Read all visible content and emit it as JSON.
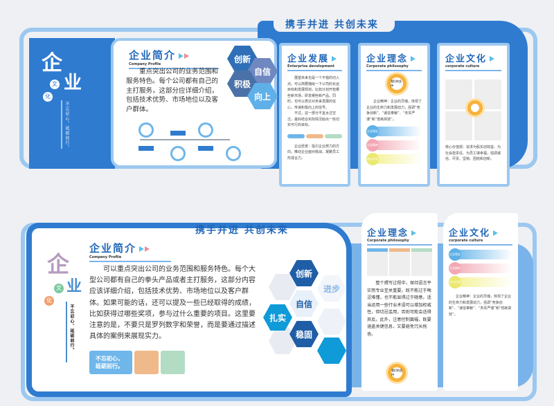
{
  "top": {
    "slogan": "携手并进  共创未来",
    "left_panel": {
      "logo_chars": [
        "企",
        "业",
        "文",
        "化"
      ],
      "vertical_motto": "不忘初心，砥砺前行。"
    },
    "profile": {
      "title": "企业简介",
      "subtitle": "Company Profile",
      "text": "重点突出公司的业务范围和服务特色。每个公司都有自己的主打服务，这部分应详细介绍，包括技术优势、市场地位以及客户群体。"
    },
    "hexagons": [
      "创新",
      "自信",
      "积极",
      "向上"
    ],
    "panels": [
      {
        "title": "企业发展",
        "subtitle": "Enterprise development",
        "text": "展望未来也是一个不错的切入点。可以简要描绘一下公司的长远目标和发展规划，比如计划开拓哪些新市场，研发哪些新产品。同时，也可以表达对未来发展的信心，传递积极向上的信号。",
        "text2": "不过，这一部分不宜太过空泛，最好结合实际情况给出一些切实可行的目标。",
        "text3": "企业愿景：指引企业努力的方向，推动企业面对挑战，凝聚员工形成合力。"
      },
      {
        "title": "企业理念",
        "subtitle": "Corporate philosophy",
        "center_label": "我们的坚持",
        "text": "企业精神：企业的灵魂，体现了企业的生命力和发展动力，强调“竞争创新”、“诚信奉献”、“务实严谨”和“低耗高效”。",
        "bars": [
          "企业理念",
          "企业精神",
          "核心价值"
        ]
      },
      {
        "title": "企业文化",
        "subtitle": "corporate culture",
        "text": "核心价值观：追求为股东创效益、为社会担责任、为员工谋幸福，强调诚信、尽责、坚韧、团结和创新。"
      }
    ]
  },
  "bottom": {
    "slogan": "携手并进  共创未来",
    "left_panel": {
      "logo_chars": [
        "企",
        "业",
        "文",
        "化"
      ],
      "vertical_motto": "不忘初心，砥砺前行。"
    },
    "profile": {
      "title": "企业简介",
      "subtitle": "Company Profile",
      "text": "可以重点突出公司的业务范围和服务特色。每个大型公司都有自己的拳头产品或者主打服务，这部分内容应该详细介绍，包括技术优势、市场地位以及客户群体。如果可能的话，还可以提及一些已经取得的成绩，比如获得过哪些奖项，参与过什么重要的项目。这里要注意的是，不要只是罗列数字和荣誉，而是要通过描述具体的案例来展现实力。",
      "tag_text": "不忘初心，砥砺前行。"
    },
    "hexagons": [
      "创新",
      "进步",
      "自信",
      "扎实",
      "稳固"
    ],
    "panels": [
      {
        "title": "企业理念",
        "subtitle": "Corporate philosophy",
        "text": "整个撰写过程中，保持语言平实而专业至关重要。既不能过于晦涩难懂，也不能显得过于随意。适当运用一些行业术语可以增加权威性，但切忌滥用，否则可能会适得其反。此外，注意控制篇幅，既要涵盖关键信息，又要避免冗长拖沓。",
        "center_label": "我们的坚持"
      },
      {
        "title": "企业文化",
        "subtitle": "corporate culture",
        "text": "企业精神：企业的灵魂，体现了企业的生命力和发展动力，强调“竞争创新”、“诚信奉献”、“务实严谨”和“低耗高效”。",
        "bars": [
          "企业理念",
          "企业精神",
          "核心价值"
        ]
      }
    ]
  },
  "colors": {
    "primary": "#2f7bd0",
    "light": "#9cc8f0",
    "orange": "#f0b98a",
    "green": "#b3dcc4",
    "yellow": "#f7b23b"
  }
}
